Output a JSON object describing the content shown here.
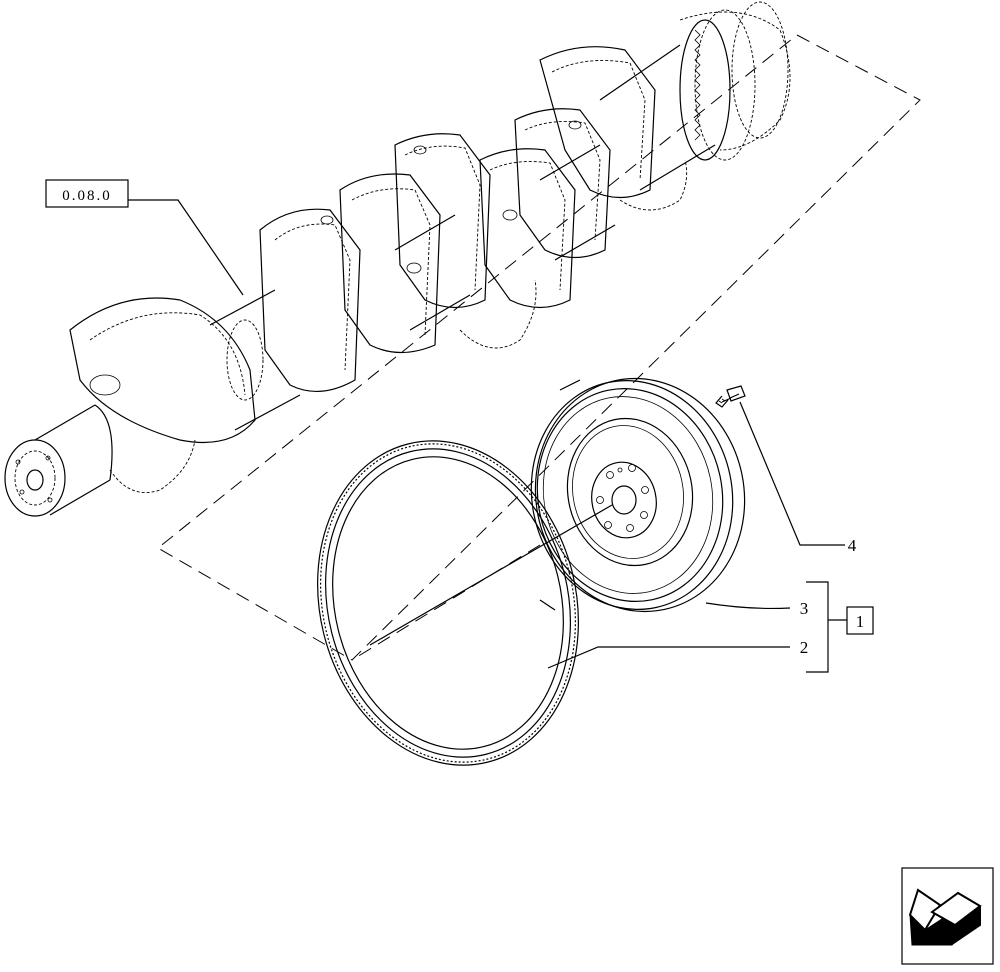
{
  "reference_box": {
    "label": "0.08.0"
  },
  "group_box": {
    "label": "1"
  },
  "callouts": {
    "bolt": "4",
    "flywheel": "3",
    "ring_gear": "2"
  },
  "nav_icon": "previous-page-arrow-icon"
}
